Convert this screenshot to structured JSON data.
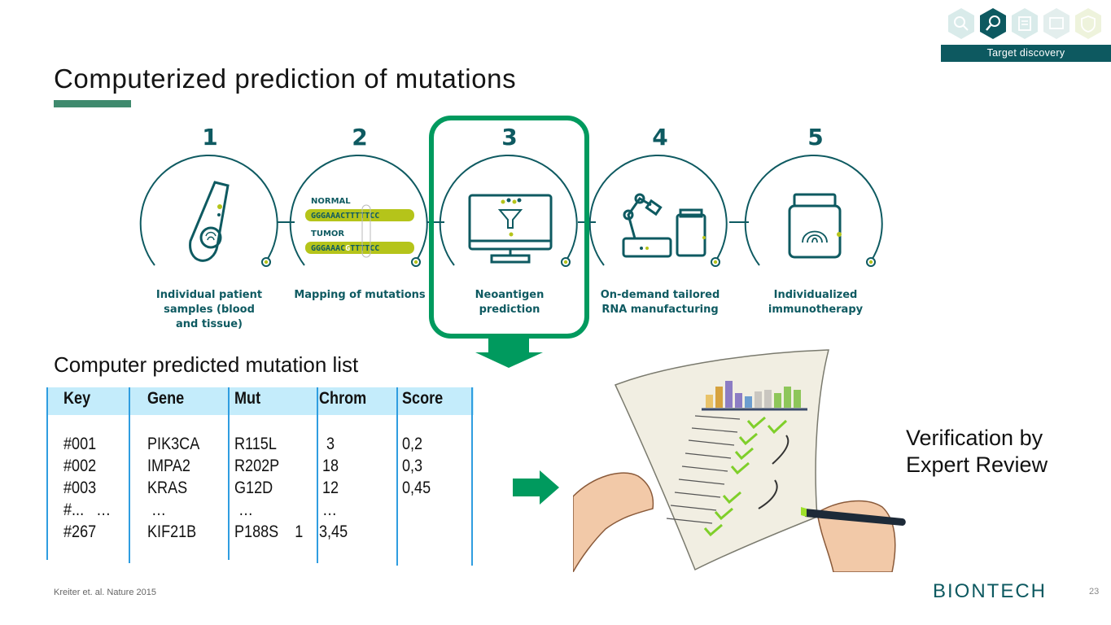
{
  "header": {
    "section_tag": "Target discovery",
    "icons": [
      "gear-search-icon",
      "magnifier-icon",
      "list-icon",
      "chart-icon",
      "shield-icon"
    ]
  },
  "page": {
    "title": "Computerized prediction of mutations",
    "subtitle": "Computer predicted mutation list",
    "verification_line1": "Verification by",
    "verification_line2": "Expert Review",
    "citation": "Kreiter et. al. Nature 2015",
    "page_number": "23",
    "logo_text": "BIONTECH"
  },
  "process": {
    "steps": [
      {
        "number": "1",
        "label_lines": [
          "Individual patient",
          "samples (blood",
          "and tissue)"
        ]
      },
      {
        "number": "2",
        "label_lines": [
          "Mapping of mutations"
        ]
      },
      {
        "number": "3",
        "label_lines": [
          "Neoantigen",
          "prediction"
        ]
      },
      {
        "number": "4",
        "label_lines": [
          "On-demand tailored",
          "RNA manufacturing"
        ]
      },
      {
        "number": "5",
        "label_lines": [
          "Individualized",
          "immunotherapy"
        ]
      }
    ],
    "sequence": {
      "normal_label": "NORMAL",
      "normal_seq": "GGGAAACTTTTTCC",
      "tumor_label": "TUMOR",
      "tumor_seq_prefix": "GGGAAAC",
      "tumor_seq_mut": "G",
      "tumor_seq_suffix": "TTTTCC"
    },
    "highlighted_step": "3"
  },
  "table": {
    "columns": [
      "Key",
      "Gene",
      "Mut",
      "Chrom",
      "Score"
    ],
    "col_keys": [
      "#001",
      "#002",
      "#003",
      "#...   …",
      "#267"
    ],
    "col_genes": [
      "PIK3CA",
      "IMPA2",
      "KRAS",
      " …",
      "KIF21B"
    ],
    "col_muts": [
      "R115L",
      "R202P",
      "G12D",
      " …",
      "P188S    1"
    ],
    "col_chrom": [
      " 3",
      "18",
      "12",
      "…",
      "3,45"
    ],
    "col_score": [
      "0,2",
      "0,3",
      "0,45",
      "",
      ""
    ]
  },
  "colors": {
    "accent_green": "#009a5e",
    "teal": "#0d5960",
    "underline_green": "#3f8a6e",
    "lime": "#b5c41a",
    "table_header": "#c4ecfb",
    "table_lines": "#2f9de0"
  }
}
